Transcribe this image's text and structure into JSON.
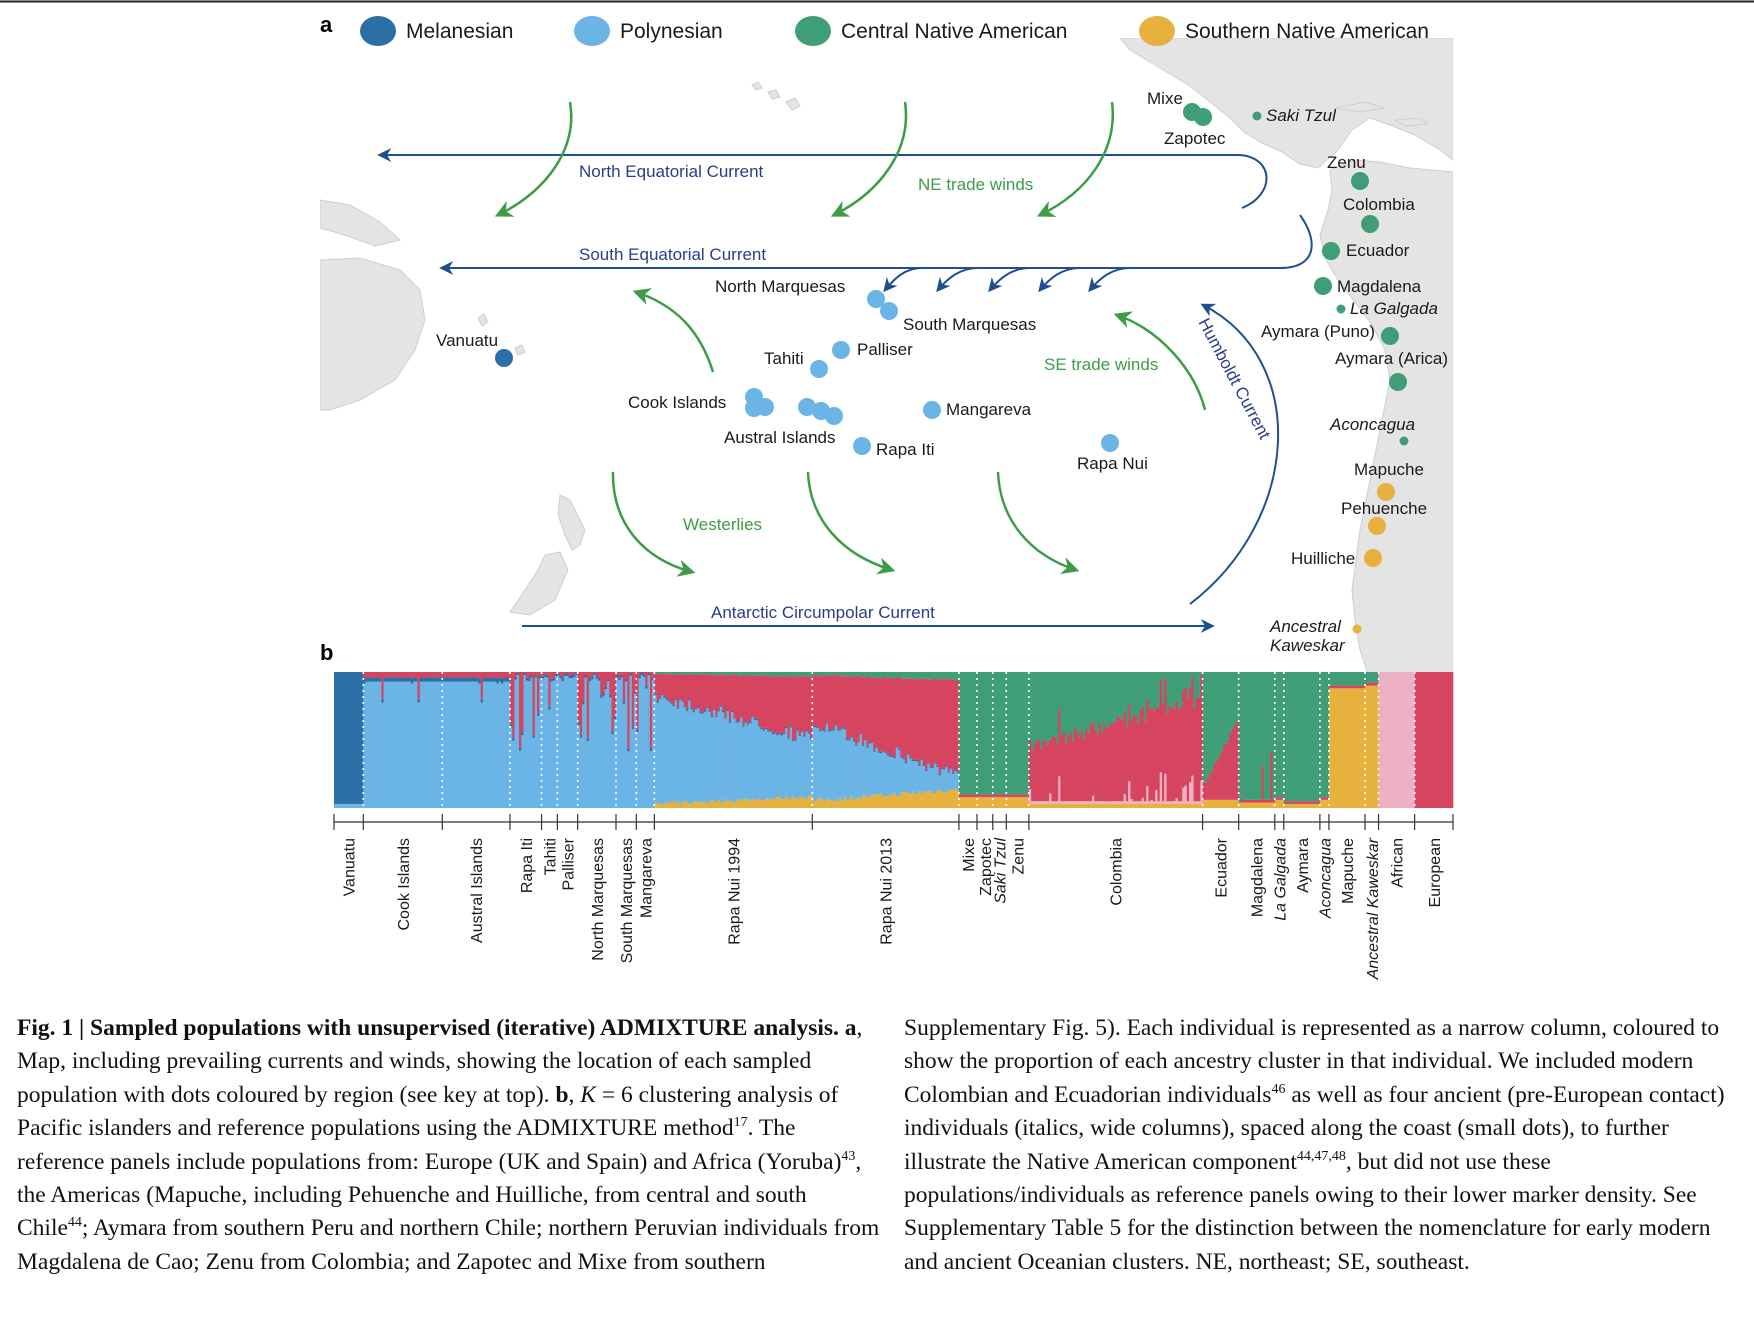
{
  "panel_labels": {
    "a": "a",
    "b": "b"
  },
  "legend": [
    {
      "label": "Melanesian",
      "color": "#2b6fa6"
    },
    {
      "label": "Polynesian",
      "color": "#6ab4e6"
    },
    {
      "label": "Central Native American",
      "color": "#3f9e78"
    },
    {
      "label": "Southern Native American",
      "color": "#e7b13e"
    }
  ],
  "colors": {
    "ocean": "#ffffff",
    "land": "#e4e4e4",
    "current_arrow": "#1f4f8f",
    "current_text": "#2a3c8a",
    "wind_arrow": "#3c9c48",
    "wind_text": "#3c9c48",
    "melanesian": "#2b6fa6",
    "polynesian": "#6ab4e6",
    "central_na": "#3f9e78",
    "southern_na": "#e7b13e",
    "african": "#eeb0c4",
    "european": "#d64560"
  },
  "currents": {
    "north_equatorial": "North Equatorial Current",
    "south_equatorial": "South Equatorial Current",
    "antarctic": "Antarctic Circumpolar Current",
    "humboldt": "Humboldt Current"
  },
  "winds": {
    "ne": "NE trade winds",
    "se": "SE trade winds",
    "westerlies": "Westerlies"
  },
  "populations": [
    {
      "label": "Vanuatu",
      "region": "melanesian"
    },
    {
      "label": "North Marquesas",
      "region": "polynesian"
    },
    {
      "label": "South Marquesas",
      "region": "polynesian"
    },
    {
      "label": "Palliser",
      "region": "polynesian"
    },
    {
      "label": "Tahiti",
      "region": "polynesian"
    },
    {
      "label": "Cook Islands",
      "region": "polynesian"
    },
    {
      "label": "Austral Islands",
      "region": "polynesian"
    },
    {
      "label": "Rapa Iti",
      "region": "polynesian"
    },
    {
      "label": "Mangareva",
      "region": "polynesian"
    },
    {
      "label": "Rapa Nui",
      "region": "polynesian"
    },
    {
      "label": "Mixe",
      "region": "central_na"
    },
    {
      "label": "Zapotec",
      "region": "central_na"
    },
    {
      "label": "Saki Tzul",
      "region": "central_na",
      "ancient": true
    },
    {
      "label": "Zenu",
      "region": "central_na"
    },
    {
      "label": "Colombia",
      "region": "central_na"
    },
    {
      "label": "Ecuador",
      "region": "central_na"
    },
    {
      "label": "Magdalena",
      "region": "central_na"
    },
    {
      "label": "La Galgada",
      "region": "central_na",
      "ancient": true
    },
    {
      "label": "Aymara (Puno)",
      "region": "central_na"
    },
    {
      "label": "Aymara (Arica)",
      "region": "central_na"
    },
    {
      "label": "Aconcagua",
      "region": "central_na",
      "ancient": true
    },
    {
      "label": "Mapuche",
      "region": "southern_na"
    },
    {
      "label": "Pehuenche",
      "region": "southern_na"
    },
    {
      "label": "Huilliche",
      "region": "southern_na"
    },
    {
      "label": "Ancestral Kaweskar",
      "region": "southern_na",
      "ancient": true
    }
  ],
  "admixture_groups": [
    {
      "label": "Vanuatu",
      "n": 13,
      "italic": false
    },
    {
      "label": "Cook Islands",
      "n": 35,
      "italic": false
    },
    {
      "label": "Austral Islands",
      "n": 30,
      "italic": false
    },
    {
      "label": "Rapa Iti",
      "n": 14,
      "italic": false
    },
    {
      "label": "Tahiti",
      "n": 7,
      "italic": false
    },
    {
      "label": "Palliser",
      "n": 9,
      "italic": false
    },
    {
      "label": "North Marquesas",
      "n": 17,
      "italic": false
    },
    {
      "label": "South Marquesas",
      "n": 9,
      "italic": false
    },
    {
      "label": "Mangareva",
      "n": 8,
      "italic": false
    },
    {
      "label": "Rapa Nui 1994",
      "n": 70,
      "italic": false
    },
    {
      "label": "Rapa Nui 2013",
      "n": 65,
      "italic": false
    },
    {
      "label": "Mixe",
      "n": 8,
      "italic": false
    },
    {
      "label": "Zapotec",
      "n": 7,
      "italic": false
    },
    {
      "label": "Saki Tzul",
      "n": 6,
      "italic": true
    },
    {
      "label": "Zenu",
      "n": 10,
      "italic": false
    },
    {
      "label": "Colombia",
      "n": 77,
      "italic": false
    },
    {
      "label": "Ecuador",
      "n": 16,
      "italic": false
    },
    {
      "label": "Magdalena",
      "n": 16,
      "italic": false
    },
    {
      "label": "La Galgada",
      "n": 4,
      "italic": true
    },
    {
      "label": "Aymara",
      "n": 16,
      "italic": false
    },
    {
      "label": "Aconcagua",
      "n": 4,
      "italic": true
    },
    {
      "label": "Mapuche",
      "n": 16,
      "italic": false
    },
    {
      "label": "Ancestral Kaweskar",
      "n": 6,
      "italic": true
    },
    {
      "label": "African",
      "n": 16,
      "italic": false
    },
    {
      "label": "European",
      "n": 17,
      "italic": false
    }
  ],
  "caption": {
    "title": "Fig. 1 | Sampled populations with unsupervised (iterative) ADMIXTURE analysis.",
    "a_label": "a",
    "a_text": ", Map, including prevailing currents and winds, showing the location of each sampled population with dots coloured by region (see key at top).",
    "b_label": "b",
    "b_lead": ", ",
    "k_italic": "K",
    "b_text": " = 6 clustering analysis of Pacific islanders and reference populations using the ADMIXTURE method",
    "ref1": "17",
    "b_text2": ". The reference panels include populations from: Europe (UK and Spain) and Africa (Yoruba)",
    "ref2": "43",
    "b_text3": ", the Americas (Mapuche, including Pehuenche and Huilliche, from central and south Chile",
    "ref3": "44",
    "b_text4": "; Aymara from southern Peru and northern Chile; northern Peruvian individuals from Magdalena de Cao; Zenu from Colombia; and Zapotec and Mixe from southern",
    "right_p1": "Supplementary Fig. 5). Each individual is represented as a narrow column, coloured to show the proportion of each ancestry cluster in that individual. We included modern Colombian and Ecuadorian individuals",
    "ref4": "46",
    "right_p2": " as well as four ancient (pre-European contact) individuals (italics, wide columns), spaced along the coast (small dots), to further illustrate the Native American component",
    "ref5": "44,47,48",
    "right_p3": ", but did not use these populations/individuals as reference panels owing to their lower marker density. See Supplementary Table 5 for the distinction between the nomenclature for early modern and ancient Oceanian clusters. NE, northeast; SE, southeast."
  }
}
